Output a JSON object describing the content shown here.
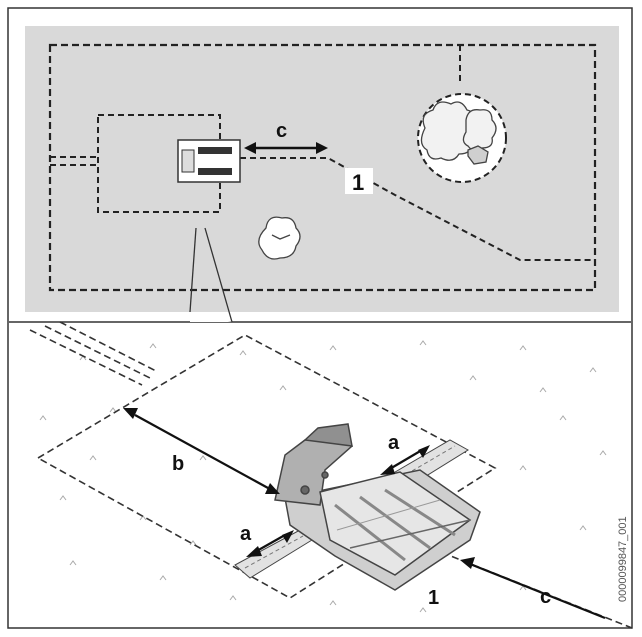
{
  "labels": {
    "top_c": "c",
    "top_1": "1",
    "bottom_a_right": "a",
    "bottom_a_left": "a",
    "bottom_b": "b",
    "bottom_1": "1",
    "bottom_c": "c"
  },
  "figure_code": "0000099847_001",
  "colors": {
    "lawn_top": "#d9d9d9",
    "frame": "#333333",
    "wire": "#222222",
    "mower_body": "#b0b0b0",
    "mower_dark": "#777777"
  }
}
